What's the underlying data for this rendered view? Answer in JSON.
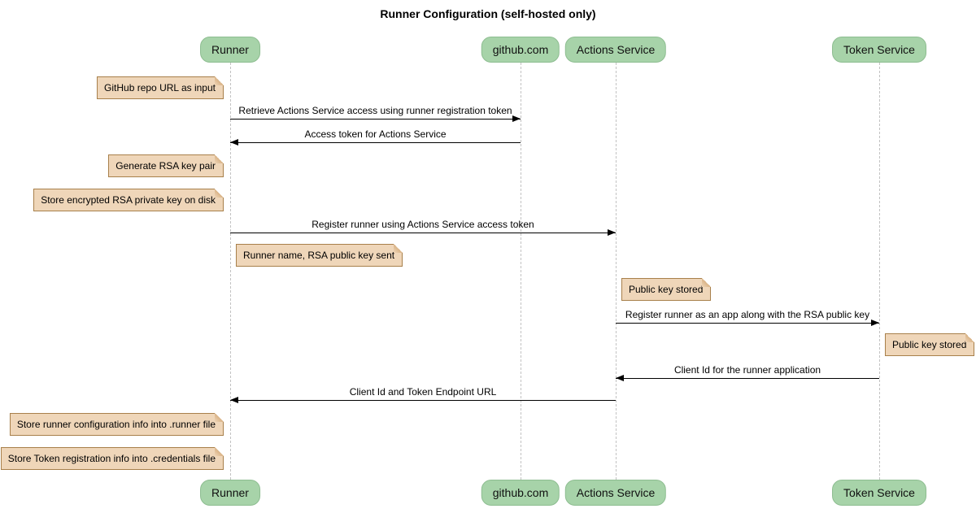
{
  "title": "Runner Configuration (self-hosted only)",
  "participants": [
    {
      "label": "Runner"
    },
    {
      "label": "github.com"
    },
    {
      "label": "Actions Service"
    },
    {
      "label": "Token Service"
    }
  ],
  "messages": [
    {
      "text": "Retrieve Actions Service access using runner registration token",
      "from": "Runner",
      "to": "github.com"
    },
    {
      "text": "Access token for Actions Service",
      "from": "github.com",
      "to": "Runner"
    },
    {
      "text": "Register runner using Actions Service access token",
      "from": "Runner",
      "to": "Actions Service"
    },
    {
      "text": "Register runner as an app along with the RSA public key",
      "from": "Actions Service",
      "to": "Token Service"
    },
    {
      "text": "Client Id for the runner application",
      "from": "Token Service",
      "to": "Actions Service"
    },
    {
      "text": "Client Id and Token Endpoint URL",
      "from": "Actions Service",
      "to": "Runner"
    }
  ],
  "notes": [
    {
      "text": "GitHub repo URL as input",
      "anchor": "left of Runner"
    },
    {
      "text": "Generate RSA key pair",
      "anchor": "left of Runner"
    },
    {
      "text": "Store encrypted RSA private key on disk",
      "anchor": "left of Runner"
    },
    {
      "text": "Runner name, RSA public key sent",
      "anchor": "right of Runner"
    },
    {
      "text": "Public key stored",
      "anchor": "right of Actions Service"
    },
    {
      "text": "Public key stored",
      "anchor": "right of Token Service"
    },
    {
      "text": "Store runner configuration info into .runner file",
      "anchor": "left of Runner"
    },
    {
      "text": "Store Token registration info into .credentials file",
      "anchor": "left of Runner"
    }
  ],
  "colors": {
    "participant_fill": "#a7d3a9",
    "participant_border": "#8dbd90",
    "note_fill": "#efd6b9",
    "note_border": "#a8804b",
    "lifeline": "#c2c2c2",
    "arrow": "#000000"
  }
}
